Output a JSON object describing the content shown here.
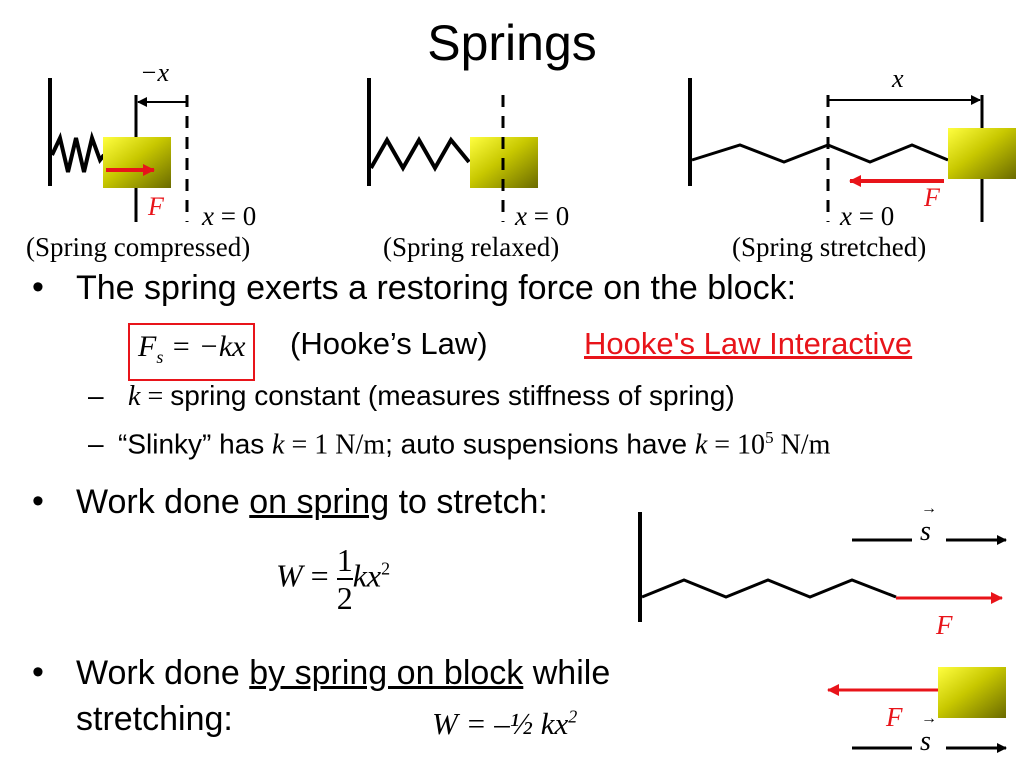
{
  "title": "Springs",
  "panels": {
    "compressed": {
      "disp_label": "−x",
      "force": "F",
      "x_eq_var": "x",
      "x_eq_rest": " = 0",
      "caption": "(Spring compressed)"
    },
    "relaxed": {
      "x_eq_var": "x",
      "x_eq_rest": " = 0",
      "caption": "(Spring relaxed)"
    },
    "stretched": {
      "disp_label": "x",
      "force": "F",
      "x_eq_var": "x",
      "x_eq_rest": " = 0",
      "caption": "(Spring stretched)"
    }
  },
  "bullets": {
    "restoring": "The spring exerts a restoring force on the block:",
    "hooke_F": "F",
    "hooke_sub": "s",
    "hooke_rhs": " = −kx",
    "hooke_name": "(Hooke’s Law)",
    "hooke_link": "Hooke's Law Interactive",
    "k_var": "k",
    "k_eq": " = ",
    "k_desc": "spring constant (measures stiffness of spring)",
    "slinky_a": "“Slinky” has ",
    "slinky_k": "k",
    "slinky_val": " = 1 N/m",
    "slinky_b": "; auto suspensions have ",
    "auto_k": "k",
    "auto_val": " = 10",
    "auto_exp": "5",
    "auto_unit": " N/m",
    "work_on_a": "Work done ",
    "work_on_u": "on spring",
    "work_on_b": " to stretch:",
    "work_on_W": "W",
    "work_on_eq": " = ",
    "work_on_num": "1",
    "work_on_den": "2",
    "work_on_kx": "kx",
    "work_on_exp": "2",
    "work_by_a": "Work done ",
    "work_by_u": "by spring on block",
    "work_by_b": " while",
    "work_by_c": "stretching:",
    "work_by_eq": "W = –½ kx",
    "work_by_exp": "2"
  },
  "diagram_right": {
    "s_label": "s",
    "vec_arrow": "→",
    "F_top": "F",
    "F_bottom": "F"
  },
  "colors": {
    "force_arrow": "#e8141a",
    "block_light": "#ffff40",
    "block_dark": "#707000"
  }
}
